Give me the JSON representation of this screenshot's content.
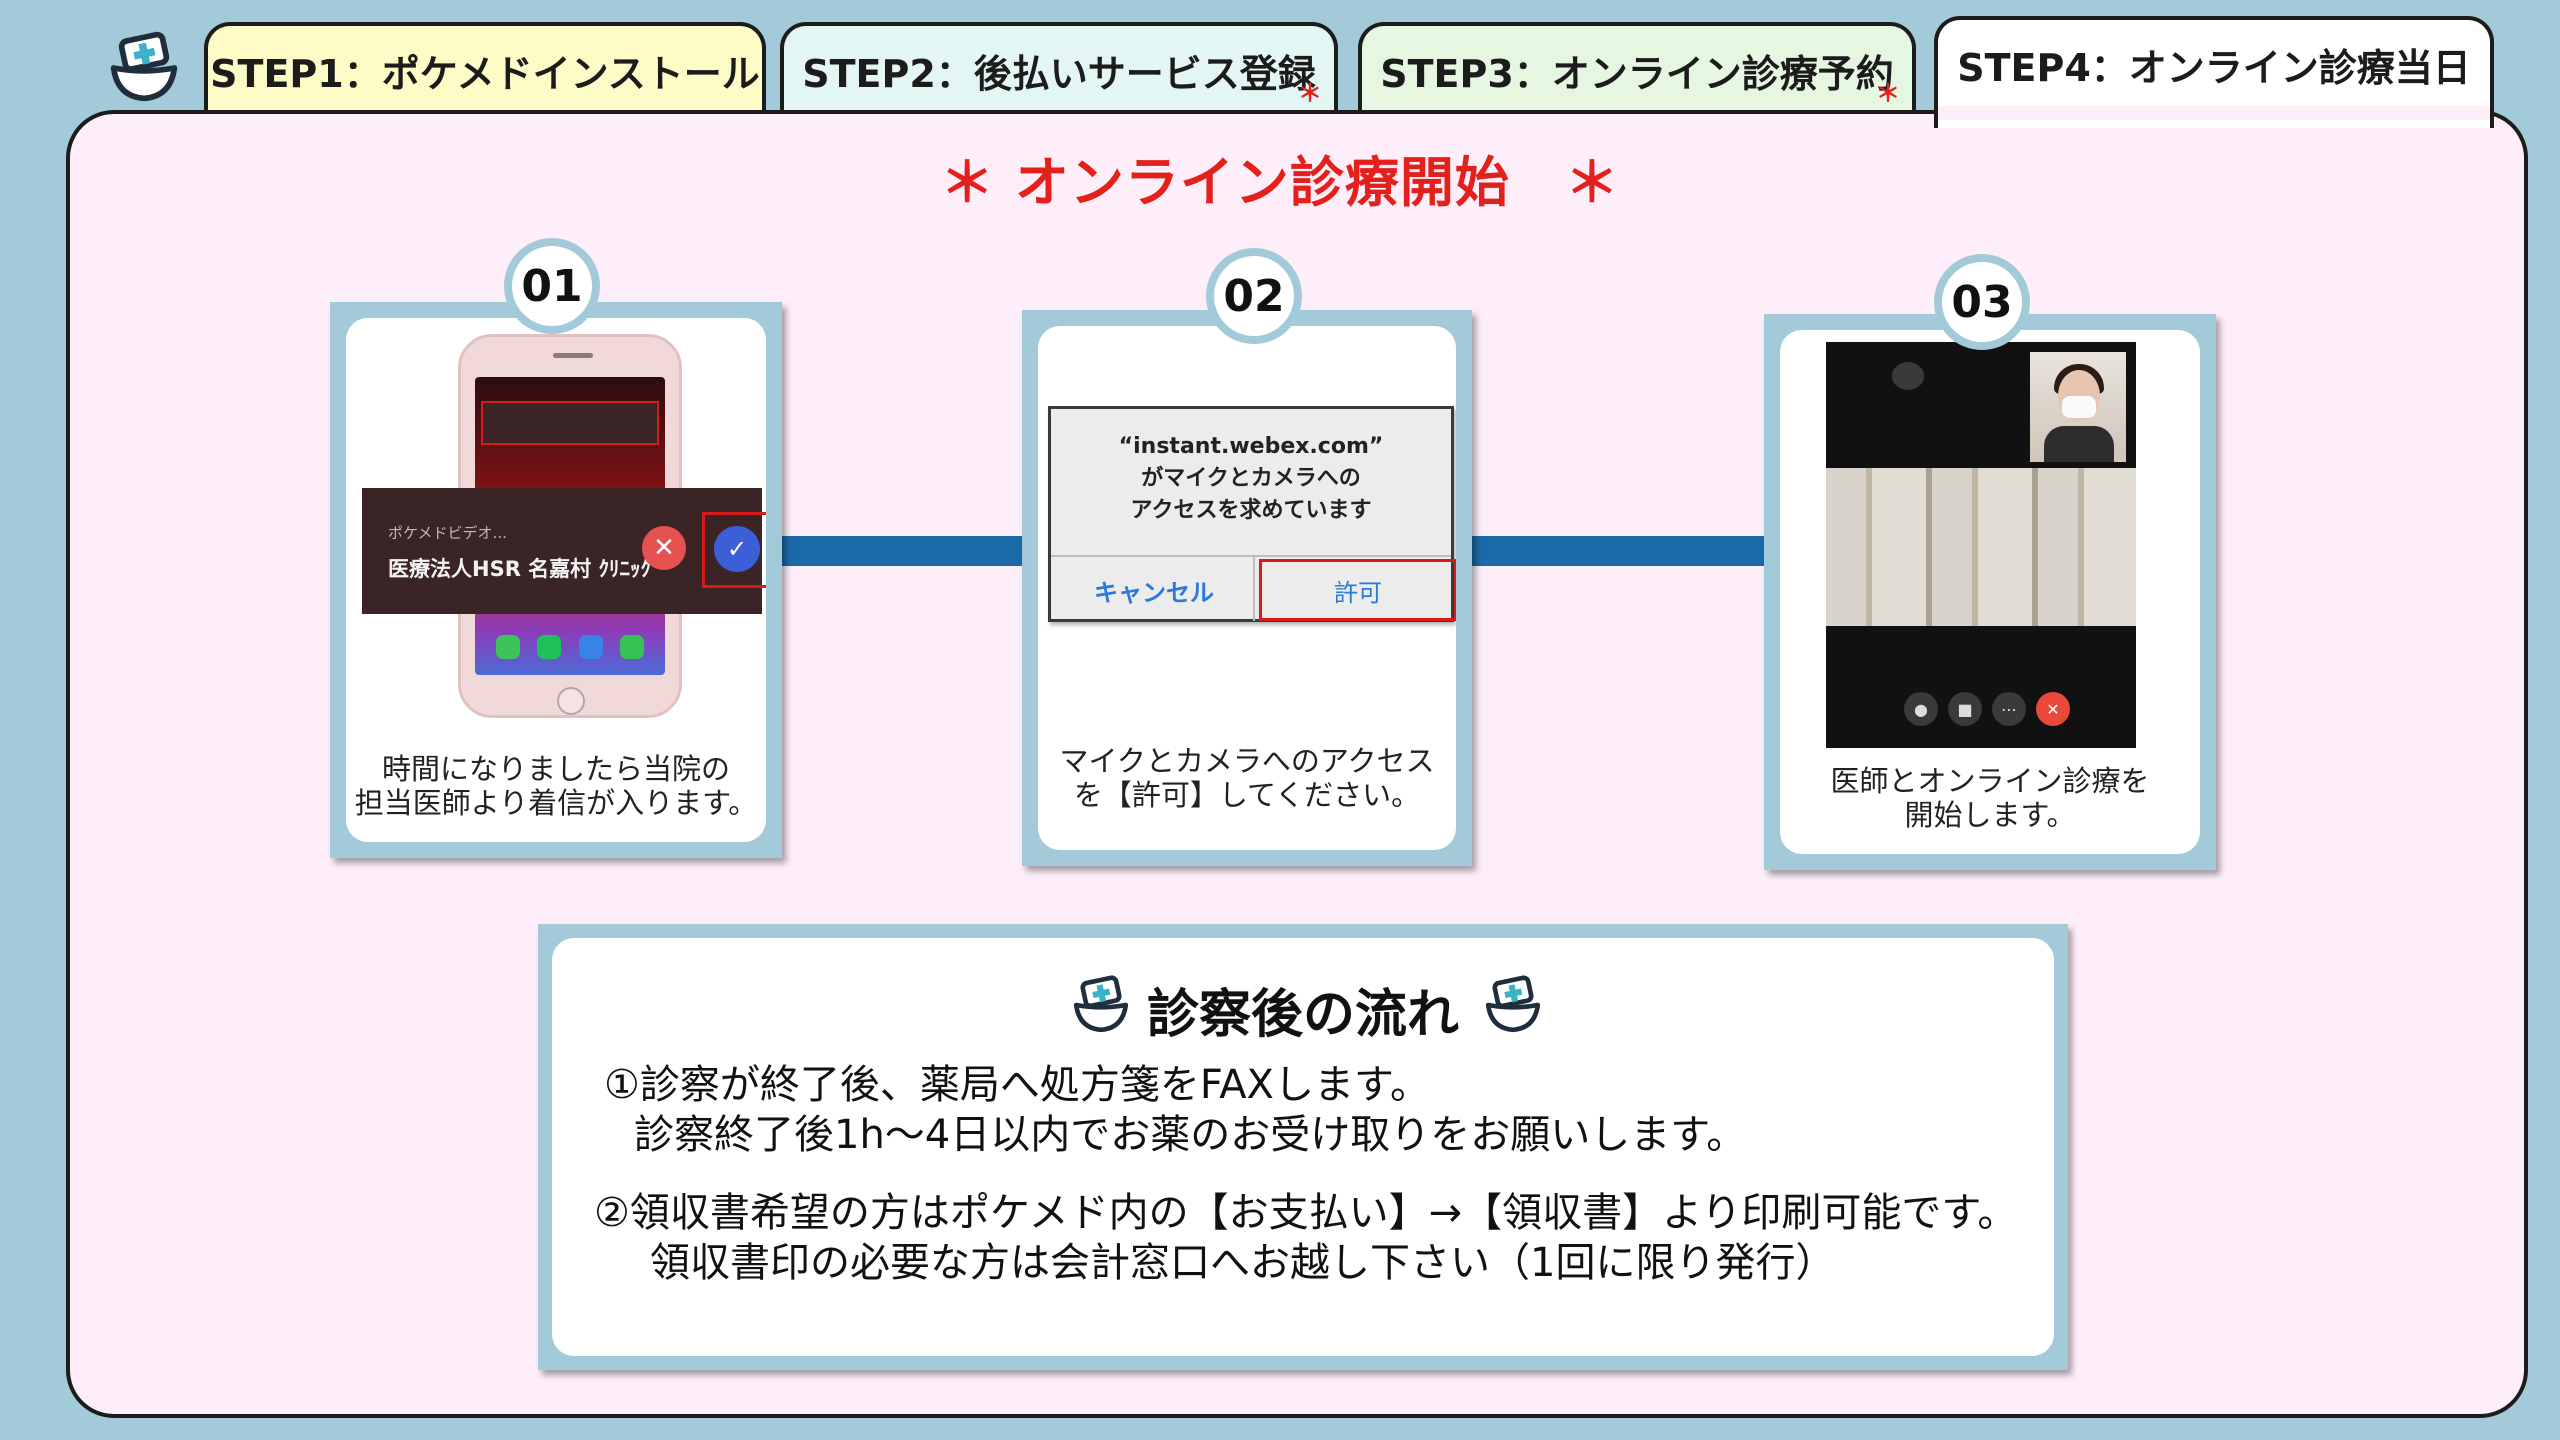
{
  "tabs": [
    {
      "label": "STEP1：ポケメドインストール",
      "mark": ""
    },
    {
      "label": "STEP2：後払いサービス登録",
      "mark": "＊"
    },
    {
      "label": "STEP3：オンライン診療予約",
      "mark": "＊"
    },
    {
      "label": "STEP4：オンライン診療当日",
      "mark": ""
    }
  ],
  "headline": "＊ オンライン診療開始　＊",
  "steps": [
    {
      "number": "01",
      "caption_line1": "時間になりましたら当院の",
      "caption_line2": "担当医師より着信が入ります。",
      "notification": {
        "app": "ポケメドビデオ...",
        "title": "医療法人HSR 名嘉村 ｸﾘﾆｯｸ",
        "decline_icon": "close-icon",
        "accept_icon": "check-icon"
      }
    },
    {
      "number": "02",
      "caption_line1": "マイクとカメラへのアクセス",
      "caption_line2": "を【許可】してください。",
      "dialog": {
        "line1": "“instant.webex.com”",
        "line2": "がマイクとカメラへの",
        "line3": "アクセスを求めています",
        "cancel": "キャンセル",
        "allow": "許可"
      }
    },
    {
      "number": "03",
      "caption_line1": "医師とオンライン診療を",
      "caption_line2": "開始します。"
    }
  ],
  "flow": {
    "title": "診察後の流れ",
    "item1_line1": "①診察が終了後、薬局へ処方箋をFAXします。",
    "item1_line2": "診察終了後1h～4日以内でお薬のお受け取りをお願いします。",
    "item2_line1": "②領収書希望の方はポケメド内の【お支払い】→【領収書】より印刷可能です。",
    "item2_line2": "領収書印の必要な方は会計窓口へお越し下さい（1回に限り発行）"
  },
  "colors": {
    "background": "#a3cad8",
    "panel": "#fdeefa",
    "accent_red": "#e3201b",
    "connector_blue": "#1b6aa8",
    "tab1": "#fdfbc6",
    "tab2": "#e3f6f4",
    "tab3": "#e6f7e1"
  },
  "icons": {
    "logo": "pokemed-bowl-icon"
  }
}
